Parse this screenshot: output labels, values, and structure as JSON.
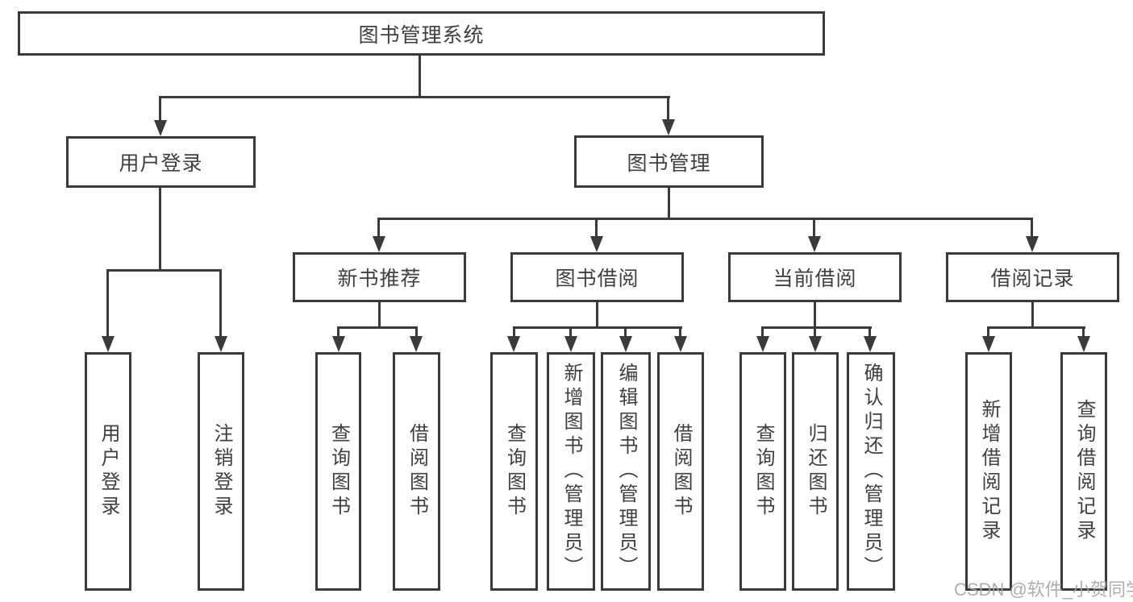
{
  "nodes": {
    "root": "图书管理系统",
    "user_login": "用户登录",
    "book_mgmt": "图书管理",
    "new_book_rec": "新书推荐",
    "book_borrow": "图书借阅",
    "current_borrow": "当前借阅",
    "borrow_record": "借阅记录",
    "leaf_user_login": "用户登录",
    "leaf_logout": "注销登录",
    "leaf_rec_query": "查询图书",
    "leaf_rec_borrow": "借阅图书",
    "leaf_bb_query": "查询图书",
    "leaf_bb_add": "新增图书（管理员）",
    "leaf_bb_edit": "编辑图书（管理员）",
    "leaf_bb_borrow": "借阅图书",
    "leaf_cb_query": "查询图书",
    "leaf_cb_return": "归还图书",
    "leaf_cb_confirm": "确认归还（管理员）",
    "leaf_br_add": "新增借阅记录",
    "leaf_br_query": "查询借阅记录"
  },
  "watermark": "CSDN @软件_小贺同学",
  "colors": {
    "line": "#3a3a3a",
    "text": "#3f3f3f",
    "watermark": "#a5a5a5",
    "background": "#ffffff"
  }
}
